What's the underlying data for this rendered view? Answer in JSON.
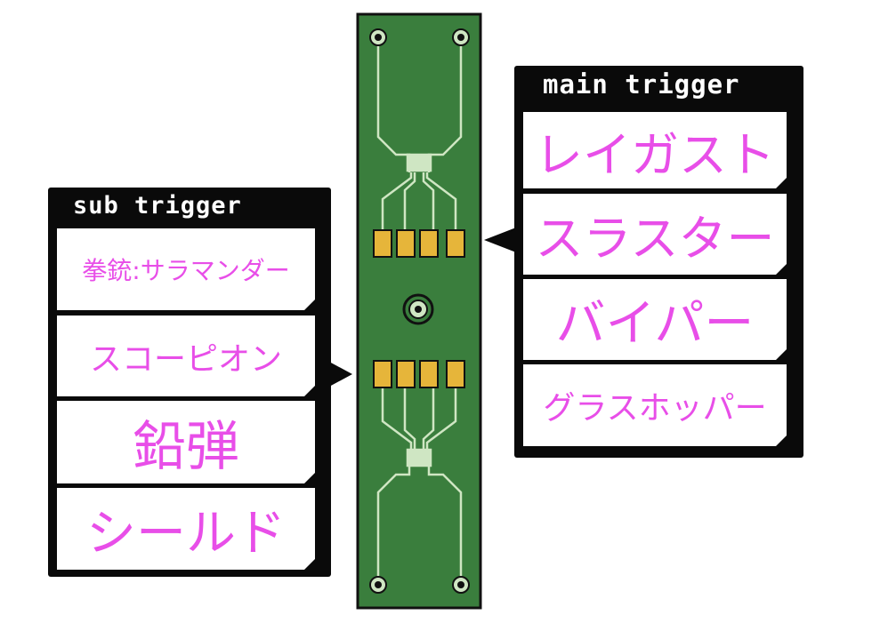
{
  "sub_trigger": {
    "title": "sub trigger",
    "slots": [
      "拳銃:サラマンダー",
      "スコーピオン",
      "鉛弾",
      "シールド"
    ]
  },
  "main_trigger": {
    "title": "main trigger",
    "slots": [
      "レイガスト",
      "スラスター",
      "バイパー",
      "グラスホッパー"
    ]
  },
  "colors": {
    "label_text": "#e84ee8",
    "board_green": "#3a7e3d",
    "trace": "#cfe6c3",
    "chip": "#e6b53a",
    "panel": "#0a0a0a"
  }
}
